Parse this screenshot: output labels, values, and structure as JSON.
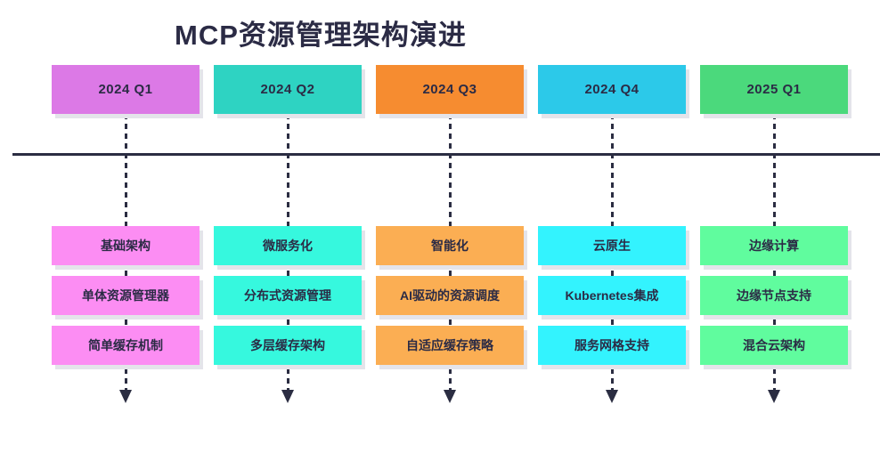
{
  "title": "MCP资源管理架构演进",
  "columns": [
    {
      "quarter": "2024 Q1",
      "header_color": "#dc79e6",
      "item_color": "#fc8df3",
      "items": [
        "基础架构",
        "单体资源管理器",
        "简单缓存机制"
      ]
    },
    {
      "quarter": "2024 Q2",
      "header_color": "#2ed3c2",
      "item_color": "#36f8de",
      "items": [
        "微服务化",
        "分布式资源管理",
        "多层缓存架构"
      ]
    },
    {
      "quarter": "2024 Q3",
      "header_color": "#f68c30",
      "item_color": "#fbae53",
      "items": [
        "智能化",
        "AI驱动的资源调度",
        "自适应缓存策略"
      ]
    },
    {
      "quarter": "2024 Q4",
      "header_color": "#2cc9e9",
      "item_color": "#33f3fe",
      "items": [
        "云原生",
        "Kubernetes集成",
        "服务网格支持"
      ]
    },
    {
      "quarter": "2025 Q1",
      "header_color": "#4bd97c",
      "item_color": "#60fc9e",
      "items": [
        "边缘计算",
        "边缘节点支持",
        "混合云架构"
      ]
    }
  ],
  "colors": {
    "text": "#2b2b45",
    "axis_line": "#2b2d42",
    "background": "#ffffff"
  }
}
